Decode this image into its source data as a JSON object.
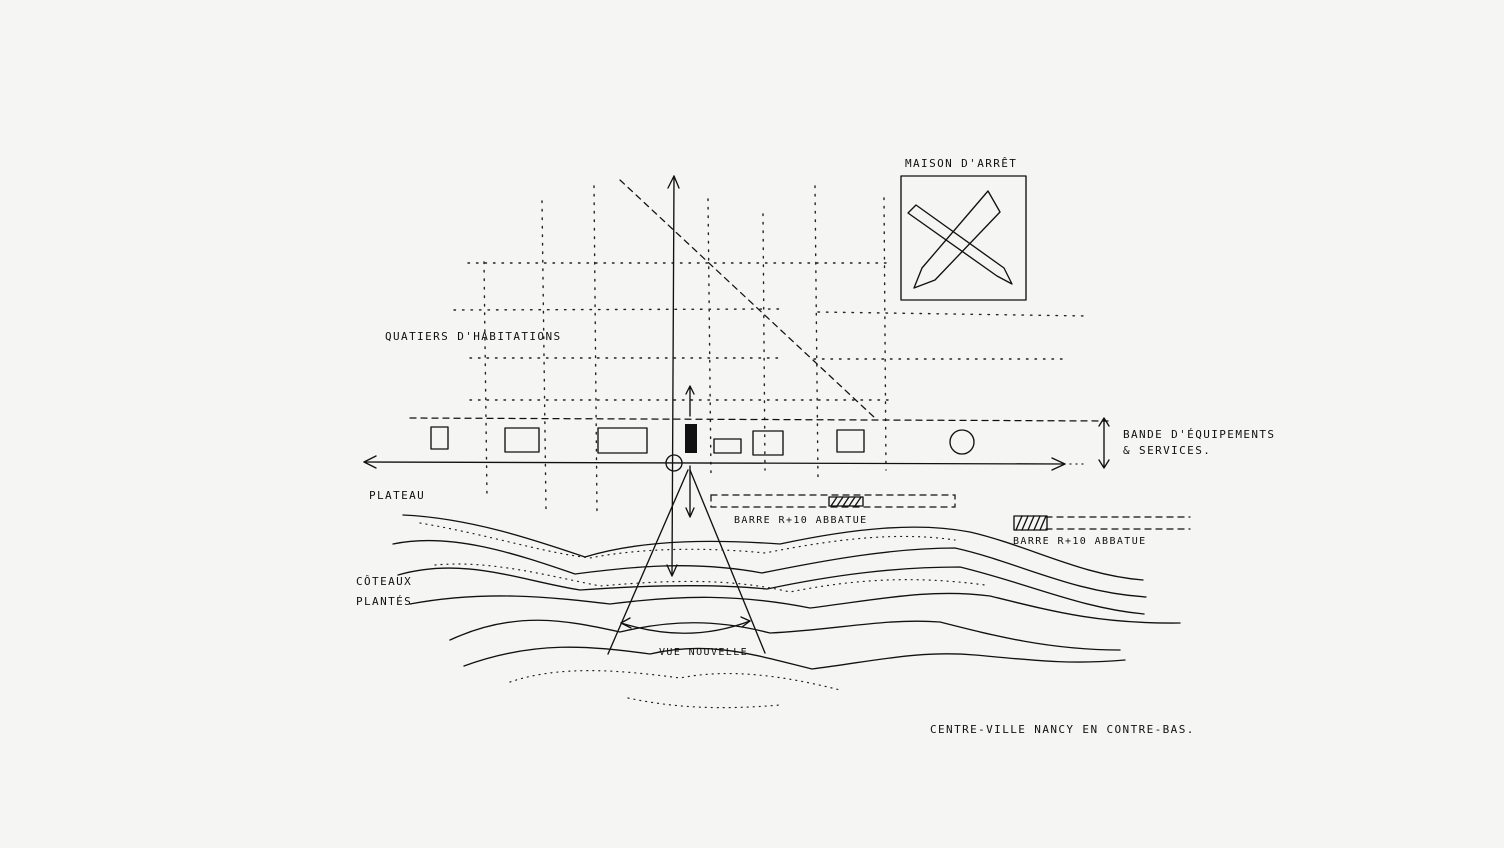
{
  "labels": {
    "maison": "MAISON D'ARRÊT",
    "quartiers": "QUATIERS D'HABITATIONS",
    "bande_line1": "BANDE D'ÉQUIPEMENTS",
    "bande_line2": "& SERVICES.",
    "plateau": "PLATEAU",
    "barre_1": "BARRE R+10 ABBATUE",
    "barre_2": "BARRE R+10 ABBATUE",
    "coteaux_line1": "CÔTEAUX",
    "coteaux_line2": "PLANTÉS",
    "vue": "VUE NOUVELLE",
    "centre": "CENTRE-VILLE NANCY EN CONTRE-BAS."
  }
}
